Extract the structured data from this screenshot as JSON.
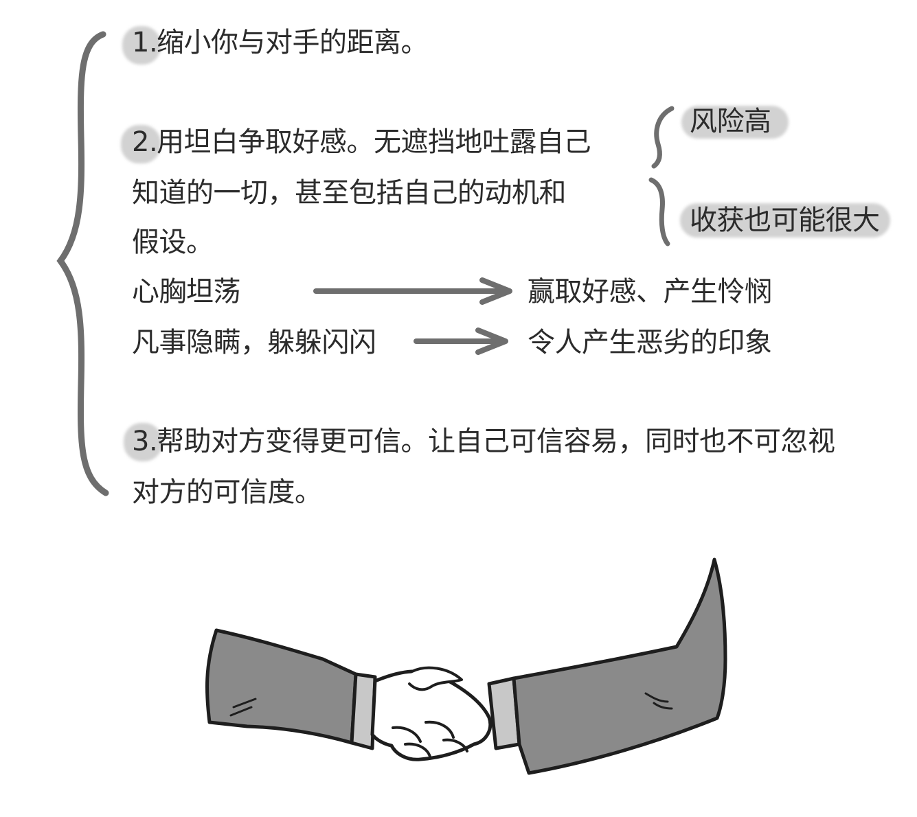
{
  "points": [
    {
      "number": "1.",
      "lines": [
        "缩小你与对手的距离。"
      ]
    },
    {
      "number": "2.",
      "lines": [
        "用坦白争取好感。无遮挡地吐露自己",
        "知道的一切，甚至包括自己的动机和",
        "假设。"
      ]
    },
    {
      "number": "3.",
      "lines": [
        "帮助对方变得更可信。让自己可信容易，同时也不可忽视",
        "对方的可信度。"
      ]
    }
  ],
  "branches": {
    "risk": "风险高",
    "reward": "收获也可能很大"
  },
  "contrasts": [
    {
      "cause": "心胸坦荡",
      "effect": "赢取好感、产生怜悯"
    },
    {
      "cause": "凡事隐瞒，躲躲闪闪",
      "effect": "令人产生恶劣的印象"
    }
  ],
  "colors": {
    "text": "#2b2b2b",
    "highlight": "#d2d2d2",
    "brace": "#6e6e6e",
    "arrow": "#6e6e6e",
    "sleeve": "#8a8a8a",
    "cuff": "#c8c8c8"
  }
}
